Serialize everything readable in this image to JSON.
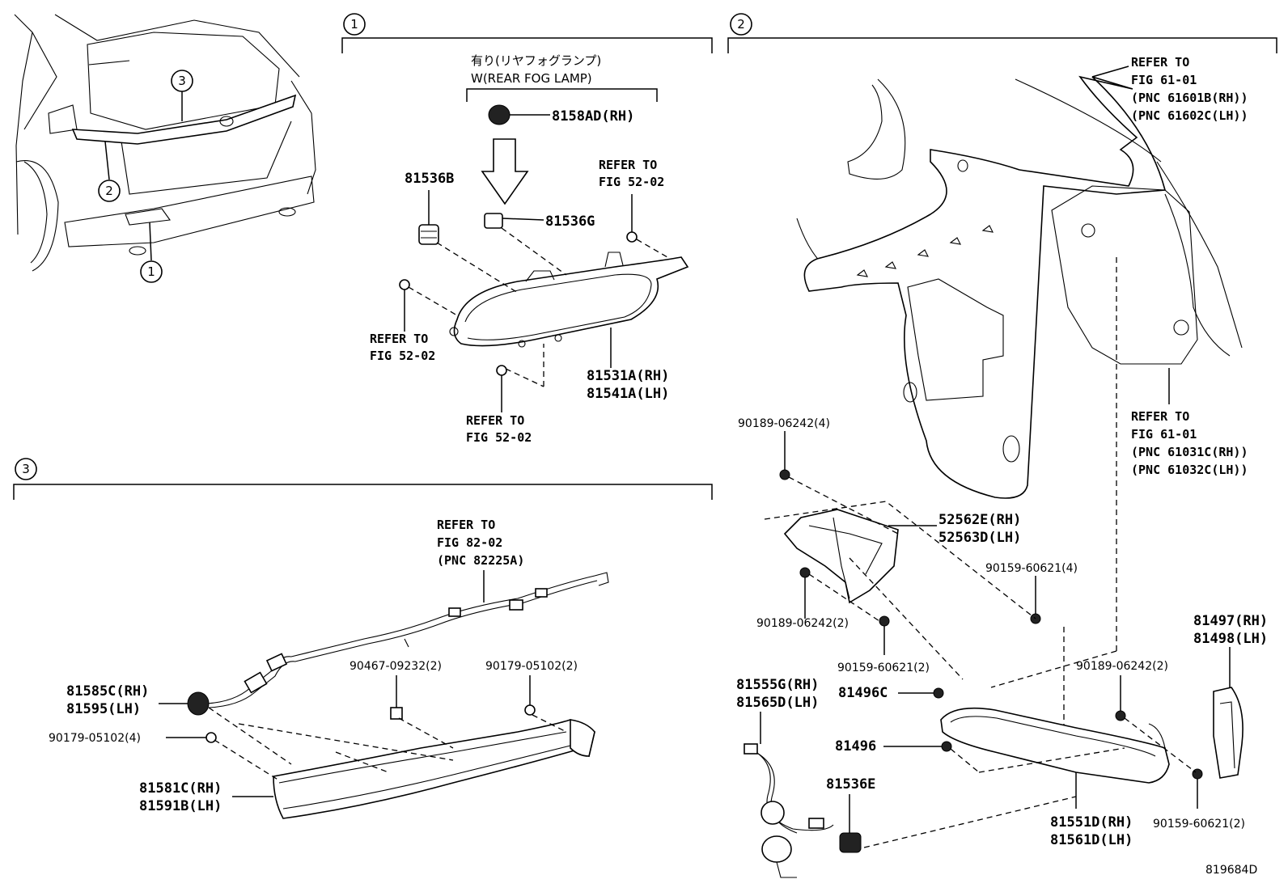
{
  "sections": {
    "s1": "1",
    "s2": "2",
    "s3": "3"
  },
  "overview": {
    "callout_1": "1",
    "callout_2": "2",
    "callout_3": "3"
  },
  "section1": {
    "fog_note_jp": "有り(リヤフォグランプ)",
    "fog_note_en": "W(REAR FOG LAMP)",
    "p_8158AD": "8158AD(RH)",
    "p_81536B": "81536B",
    "p_81536G": "81536G",
    "ref_a_1": "REFER TO",
    "ref_a_2": "FIG 52-02",
    "ref_b_1": "REFER TO",
    "ref_b_2": "FIG 52-02",
    "ref_c_1": "REFER TO",
    "ref_c_2": "FIG 52-02",
    "p_81531A": "81531A(RH)",
    "p_81541A": "81541A(LH)"
  },
  "section2": {
    "ref_top_1": "REFER TO",
    "ref_top_2": "FIG 61-01",
    "ref_top_3": "(PNC 61601B(RH))",
    "ref_top_4": "(PNC 61602C(LH))",
    "ref_mid_1": "REFER TO",
    "ref_mid_2": "FIG 61-01",
    "ref_mid_3": "(PNC 61031C(RH))",
    "ref_mid_4": "(PNC 61032C(LH))",
    "p_90189_4": "90189-06242(4)",
    "p_52562E": "52562E(RH)",
    "p_52563D": "52563D(LH)",
    "p_90159_4": "90159-60621(4)",
    "p_90189_2a": "90189-06242(2)",
    "p_90159_2a": "90159-60621(2)",
    "p_81497": "81497(RH)",
    "p_81498": "81498(LH)",
    "p_81555G": "81555G(RH)",
    "p_81565D": "81565D(LH)",
    "p_81496C": "81496C",
    "p_90189_2b": "90189-06242(2)",
    "p_81496": "81496",
    "p_81536E": "81536E",
    "p_81551D": "81551D(RH)",
    "p_81561D": "81561D(LH)",
    "p_90159_2b": "90159-60621(2)"
  },
  "section3": {
    "ref_1": "REFER TO",
    "ref_2": "FIG 82-02",
    "ref_3": "(PNC 82225A)",
    "p_90467": "90467-09232(2)",
    "p_90179_2": "90179-05102(2)",
    "p_81585C": "81585C(RH)",
    "p_81595": "81595(LH)",
    "p_90179_4": "90179-05102(4)",
    "p_81581C": "81581C(RH)",
    "p_81591B": "81591B(LH)"
  },
  "illustration_code": "819684D"
}
